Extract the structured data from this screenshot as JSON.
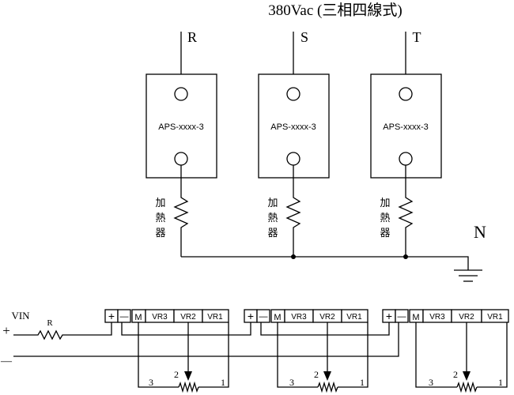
{
  "title": "380Vac (三相四線式)",
  "phases": [
    {
      "label": "R",
      "module": "APS-xxxx-3",
      "heater": [
        "加",
        "熱",
        "器"
      ]
    },
    {
      "label": "S",
      "module": "APS-xxxx-3",
      "heater": [
        "加",
        "熱",
        "器"
      ]
    },
    {
      "label": "T",
      "module": "APS-xxxx-3",
      "heater": [
        "加",
        "熱",
        "器"
      ]
    }
  ],
  "neutral_label": "N",
  "control": {
    "vin_label": "VIN",
    "plus_sign": "+",
    "minus_sign": "—",
    "resistor_label": "R",
    "terminals": [
      "+",
      "—",
      "M",
      "VR3",
      "VR2",
      "VR1"
    ],
    "pot_pins": [
      "3",
      "2",
      "1"
    ]
  }
}
